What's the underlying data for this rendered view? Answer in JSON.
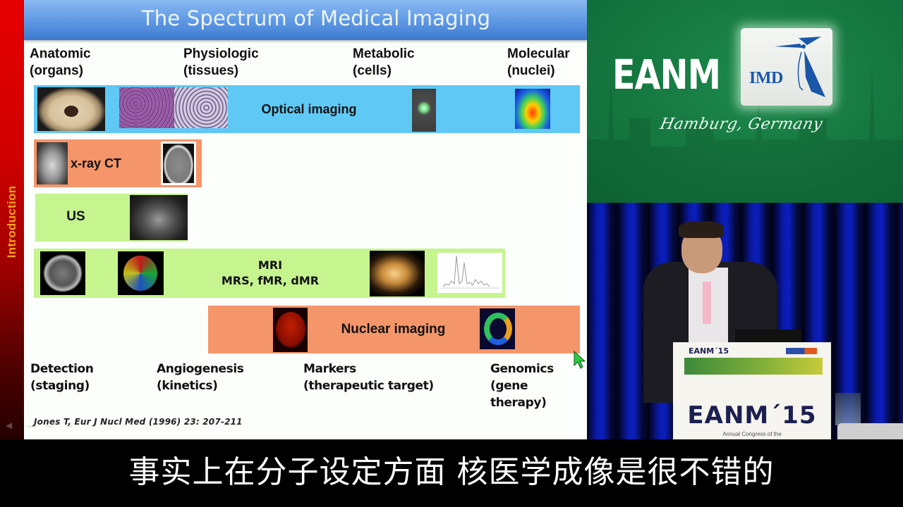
{
  "slide": {
    "title": "The Spectrum of Medical Imaging",
    "section_label": "Introduction",
    "column_headers": [
      {
        "line1": "Anatomic",
        "line2": "(organs)"
      },
      {
        "line1": "Physiologic",
        "line2": "(tissues)"
      },
      {
        "line1": "Metabolic",
        "line2": "(cells)"
      },
      {
        "line1": "Molecular",
        "line2": "(nuclei)"
      }
    ],
    "modalities": [
      {
        "label": "Optical imaging",
        "color": "#5fc8f4"
      },
      {
        "label": "x-ray CT",
        "color": "#f4956a"
      },
      {
        "label": "US",
        "color": "#c6f48e"
      },
      {
        "label_line1": "MRI",
        "label_line2": "MRS, fMR, dMR",
        "color": "#c6f48e"
      },
      {
        "label": "Nuclear imaging",
        "color": "#f4956a"
      }
    ],
    "column_footers": [
      {
        "line1": "Detection",
        "line2": "(staging)"
      },
      {
        "line1": "Angiogenesis",
        "line2": "(kinetics)"
      },
      {
        "line1": "Markers",
        "line2": "(therapeutic target)"
      },
      {
        "line1": "Genomics",
        "line2": "(gene therapy)"
      }
    ],
    "citation": "Jones T, Eur J Nucl Med (1996) 23: 207-211",
    "colors": {
      "title_bar": "#5d97e3",
      "sidebar": "#e60000",
      "section_label": "#f7a21b"
    }
  },
  "brand_panel": {
    "title": "EANM",
    "logo_text": "IMD",
    "location": "Hamburg, Germany",
    "background": "#177a42"
  },
  "video": {
    "podium_small_label": "EANM´15",
    "podium_big_label": "EANM´15",
    "podium_subtext": "Annual Congress of the"
  },
  "subtitle": {
    "text": "事实上在分子设定方面  核医学成像是很不错的"
  }
}
